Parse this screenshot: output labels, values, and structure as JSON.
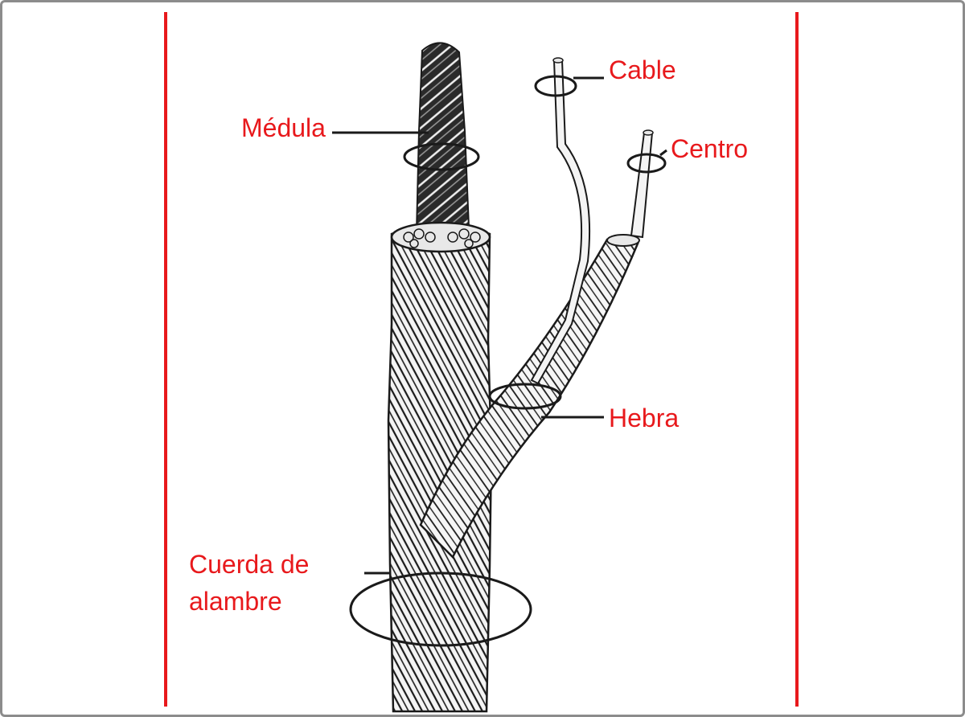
{
  "colors": {
    "label": "#e8191c",
    "guide_lines": "#e8191c",
    "drawing": "#1a1a1a",
    "frame": "#8c8c8c",
    "background": "#ffffff"
  },
  "labels": {
    "medula": "Médula",
    "cable": "Cable",
    "centro": "Centro",
    "hebra": "Hebra",
    "cuerda_line1": "Cuerda de",
    "cuerda_line2": "alambre"
  }
}
